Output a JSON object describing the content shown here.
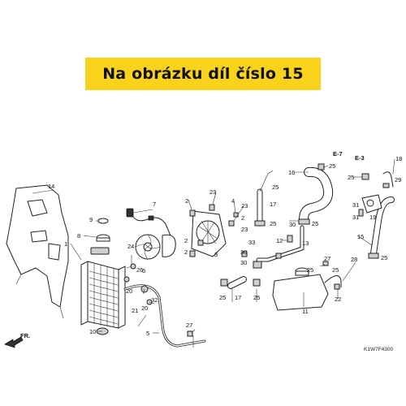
{
  "banner": {
    "text": "Na obrázku díl číslo 15"
  },
  "diagram": {
    "code": "K1W7F4300",
    "direction_label": "FR.",
    "ref_e7": "E-7",
    "ref_e3": "E-3",
    "part_numbers": [
      "1",
      "2",
      "3",
      "4",
      "5",
      "6",
      "7",
      "8",
      "9",
      "10",
      "11",
      "12",
      "13",
      "14",
      "15",
      "16",
      "17",
      "18",
      "19",
      "20",
      "21",
      "22",
      "23",
      "24",
      "25",
      "26",
      "27",
      "28",
      "29",
      "30",
      "31",
      "32",
      "33"
    ]
  }
}
